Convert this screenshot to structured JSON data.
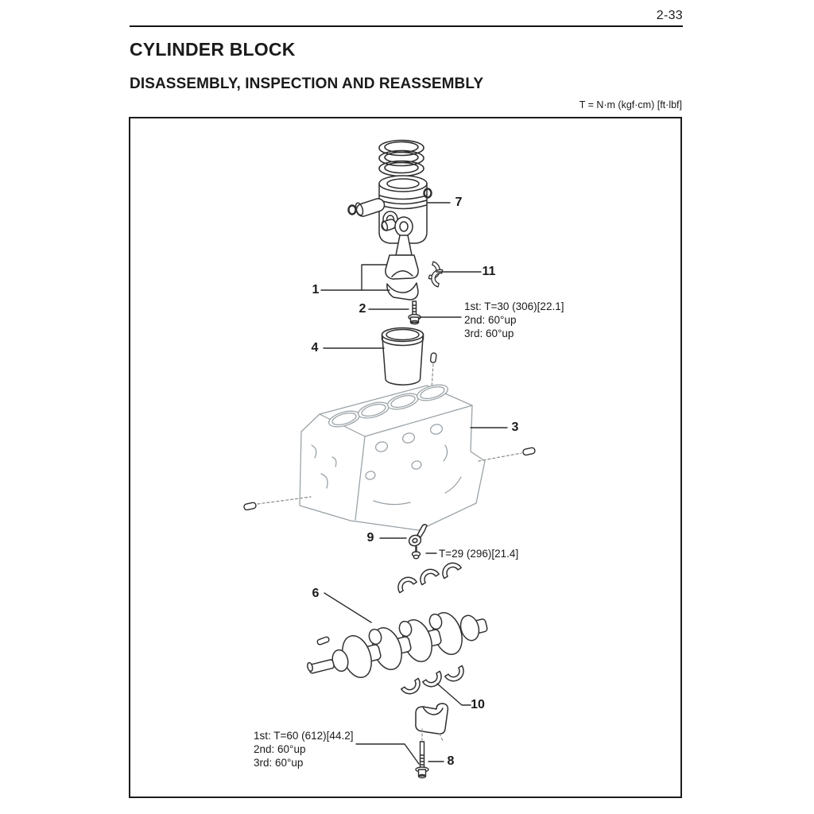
{
  "page": {
    "number": "2-33"
  },
  "header": {
    "title": "CYLINDER BLOCK",
    "subtitle": "DISASSEMBLY, INSPECTION AND REASSEMBLY",
    "torque_legend": "T = N·m (kgf·cm) [ft·lbf]"
  },
  "diagram": {
    "callouts": {
      "1": "1",
      "2": "2",
      "3": "3",
      "4": "4",
      "6": "6",
      "7": "7",
      "8": "8",
      "9": "9",
      "10": "10",
      "11": "11"
    },
    "annotations": {
      "rod_bolt_torque": {
        "line1": "1st: T=30 (306)[22.1]",
        "line2": "2nd: 60°up",
        "line3": "3rd: 60°up"
      },
      "oil_nozzle_bolt_torque": "T=29 (296)[21.4]",
      "main_bearing_bolt_torque": {
        "line1": "1st: T=60 (612)[44.2]",
        "line2": "2nd: 60°up",
        "line3": "3rd: 60°up"
      }
    },
    "colors": {
      "ink": "#1a1a1a",
      "part_line": "#2e2e2e",
      "block_line": "#98a0a5"
    }
  }
}
